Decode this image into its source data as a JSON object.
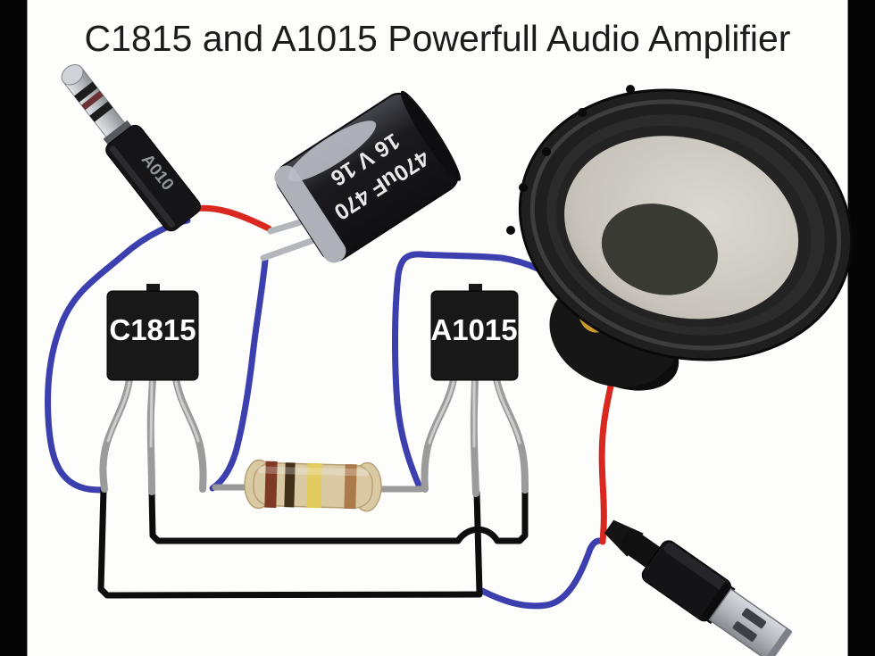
{
  "title": {
    "text": "C1815 and A1015 Powerfull Audio Amplifier"
  },
  "components": {
    "audio_jack": {
      "name": "3.5mm-audio-plug",
      "marking": "A010"
    },
    "capacitor": {
      "name": "electrolytic-capacitor",
      "marking_top": "470uF 470",
      "marking_bottom": "16 V  16"
    },
    "speaker": {
      "name": "woofer-speaker"
    },
    "transistor_c1815": {
      "label": "C1815"
    },
    "transistor_a1015": {
      "label": "A1015"
    },
    "resistor": {
      "name": "resistor",
      "band_hex": [
        "#7e3a24",
        "#41301c",
        "#e2ca5f",
        "#aa7a4b"
      ]
    },
    "usb_plug": {
      "name": "usb-type-a-plug"
    }
  },
  "colors": {
    "background": "#fdfdfc",
    "letterbox": "#050505",
    "wire_blue": "#3c3fae",
    "wire_red": "#d8281f",
    "wire_black": "#0d0d0d",
    "lead_silver": "#b4b7ba",
    "transistor_body": "#181818",
    "resistor_body": "#d9caa4",
    "speaker_cone": "#ccc8c0"
  }
}
